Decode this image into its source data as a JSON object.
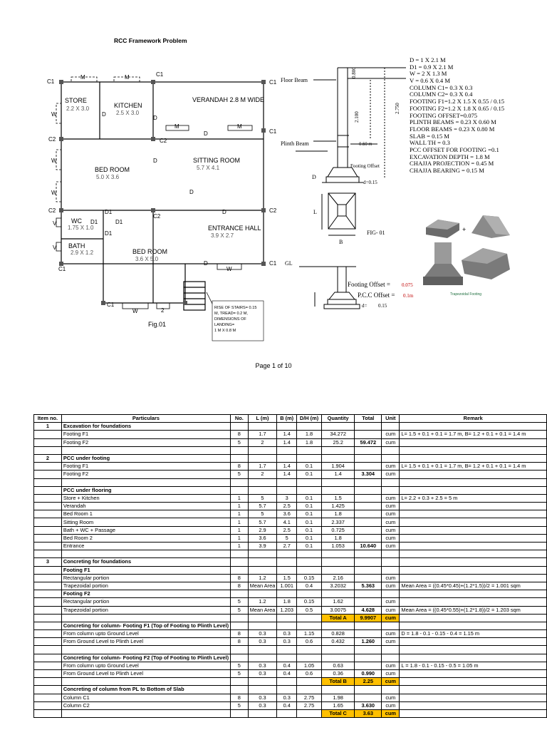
{
  "title": "RCC Framework Problem",
  "page_label": "Page 1 of 10",
  "plan": {
    "labels": {
      "c1": "C1",
      "c2": "C2",
      "m": "M",
      "w": "W",
      "d": "D",
      "d1": "D1",
      "v": "V",
      "two": "2",
      "store": "STORE",
      "store_dim": "2.2 X 3.0",
      "kitchen": "KITCHEN",
      "kitchen_dim": "2.5 X 3.0",
      "verandah": "VERANDAH 2.8 M WIDE",
      "sitting": "SITTING ROOM",
      "sitting_dim": "5.7 X 4.1",
      "bed1": "BED ROOM",
      "bed1_dim": "5.0 X 3.6",
      "wc": "WC",
      "wc_dim": "1.75 X 1.0",
      "bath": "BATH",
      "bath_dim": "2.9 X 1.2",
      "bed2": "BED ROOM",
      "bed2_dim": "3.6 X 5.0",
      "entrance": "ENTRANCE HALL",
      "entrance_dim": "3.9 X 2.7",
      "fig": "Fig.01"
    },
    "stairs_note": [
      "RISE OF STAIRS= 0.15",
      "M, TREAD= 0.2 M,",
      "DIMENSIONS OF",
      "LANDING=",
      "1 M X 0.8 M"
    ]
  },
  "section": {
    "floor_beam": "Floor Beam",
    "plinth_beam": "Plinth Beam",
    "dim_080": "0.800",
    "dim_2100": "2.100",
    "dim_2750": "2.750",
    "dim_060": "0.60 m",
    "footing_offset": "Footing Offset",
    "d_label": "D",
    "d_small": "d=0.15",
    "l_label": "L",
    "b_label": "B",
    "fig01": "FIG- 01",
    "gl": "GL",
    "footing_offset2": "Footing Offset =",
    "footing_offset2_val": "0.075",
    "pcc_offset": "P.C.C Offset =",
    "pcc_offset_val": "0.1m",
    "d2": "d=",
    "d2_val": "0.15",
    "trap_label": "Trapezoidal Footing"
  },
  "specs": [
    "D = 1 X 2.1 M",
    "D1 = 0.9 X 2.1 M",
    "W = 2 X 1.3 M",
    "V = 0.6 X 0.4 M",
    "COLUMN C1= 0.3 X 0.3",
    "COLUMN C2= 0.3 X 0.4",
    "FOOTING F1=1.2 X 1.5 X 0.55 / 0.15",
    "FOOTING F2=1.2 X 1.8 X 0.65 / 0.15",
    "FOOTING OFFSET=0.075",
    "PLINTH BEAMS = 0.23 X 0.60 M",
    "FLOOR BEAMS = 0.23 X 0.80 M",
    "SLAB = 0.15 M",
    "WALL TH = 0.3",
    "PCC OFFSET FOR FOOTING =0.1",
    "EXCAVATION DEPTH = 1.8 M",
    "CHAJJA PROJECTION = 0.45 M",
    "CHAJJA BEARING = 0.15 M"
  ],
  "table": {
    "headers": [
      "Item no.",
      "Particulars",
      "No.",
      "L (m)",
      "B (m)",
      "D/H (m)",
      "Quantity",
      "Total",
      "Unit",
      "Remark"
    ],
    "rows": [
      [
        "1",
        "Excavation for foundations",
        "",
        "",
        "",
        "",
        "",
        "",
        "",
        ""
      ],
      [
        "",
        "Footing F1",
        "8",
        "1.7",
        "1.4",
        "1.8",
        "34.272",
        "",
        "cum",
        "L= 1.5 + 0.1 + 0.1 = 1.7 m, B= 1.2 + 0.1 + 0.1 = 1.4 m"
      ],
      [
        "",
        "Footing F2",
        "5",
        "2",
        "1.4",
        "1.8",
        "25.2",
        "59.472",
        "cum",
        ""
      ],
      [
        "",
        "",
        "",
        "",
        "",
        "",
        "",
        "",
        "",
        ""
      ],
      [
        "2",
        "PCC under footing",
        "",
        "",
        "",
        "",
        "",
        "",
        "",
        ""
      ],
      [
        "",
        "Footing F1",
        "8",
        "1.7",
        "1.4",
        "0.1",
        "1.904",
        "",
        "cum",
        "L= 1.5 + 0.1 + 0.1 = 1.7 m, B= 1.2 + 0.1 + 0.1 = 1.4 m"
      ],
      [
        "",
        "Footing F2",
        "5",
        "2",
        "1.4",
        "0.1",
        "1.4",
        "3.304",
        "cum",
        ""
      ],
      [
        "",
        "",
        "",
        "",
        "",
        "",
        "",
        "",
        "",
        ""
      ],
      [
        "",
        "PCC under flooring",
        "",
        "",
        "",
        "",
        "",
        "",
        "",
        ""
      ],
      [
        "",
        "Store + Kitchen",
        "1",
        "5",
        "3",
        "0.1",
        "1.5",
        "",
        "cum",
        "L= 2.2 + 0.3 + 2.5 = 5 m"
      ],
      [
        "",
        "Verandah",
        "1",
        "5.7",
        "2.5",
        "0.1",
        "1.425",
        "",
        "cum",
        ""
      ],
      [
        "",
        "Bed Room 1",
        "1",
        "5",
        "3.6",
        "0.1",
        "1.8",
        "",
        "cum",
        ""
      ],
      [
        "",
        "Sitting Room",
        "1",
        "5.7",
        "4.1",
        "0.1",
        "2.337",
        "",
        "cum",
        ""
      ],
      [
        "",
        "Bath + WC + Passage",
        "1",
        "2.9",
        "2.5",
        "0.1",
        "0.725",
        "",
        "cum",
        ""
      ],
      [
        "",
        "Bed Room 2",
        "1",
        "3.6",
        "5",
        "0.1",
        "1.8",
        "",
        "cum",
        ""
      ],
      [
        "",
        "Entrance",
        "1",
        "3.9",
        "2.7",
        "0.1",
        "1.053",
        "10.640",
        "cum",
        ""
      ],
      [
        "",
        "",
        "",
        "",
        "",
        "",
        "",
        "",
        "",
        ""
      ],
      [
        "3",
        "Concreting for foundations",
        "",
        "",
        "",
        "",
        "",
        "",
        "",
        ""
      ],
      [
        "",
        "Footing F1",
        "",
        "",
        "",
        "",
        "",
        "",
        "",
        ""
      ],
      [
        "",
        "Rectangular portion",
        "8",
        "1.2",
        "1.5",
        "0.15",
        "2.16",
        "",
        "cum",
        ""
      ],
      [
        "",
        "Trapezoidal portion",
        "8",
        "Mean Area",
        "1.001",
        "0.4",
        "3.2032",
        "5.363",
        "cum",
        "Mean Area = ((0.45*0.45)+(1.2*1.5))/2 = 1.001 sqm"
      ],
      [
        "",
        "Footing F2",
        "",
        "",
        "",
        "",
        "",
        "",
        "",
        ""
      ],
      [
        "",
        "Rectangular portion",
        "5",
        "1.2",
        "1.8",
        "0.15",
        "1.62",
        "",
        "cum",
        ""
      ],
      [
        "",
        "Trapezoidal portion",
        "5",
        "Mean Area",
        "1.203",
        "0.5",
        "3.0075",
        "4.628",
        "cum",
        "Mean Area = ((0.45*0.55)+(1.2*1.8))/2 = 1.203 sqm"
      ],
      [
        "",
        "",
        "",
        "",
        "",
        "",
        "Total A",
        "9.9907",
        "cum",
        ""
      ],
      [
        "",
        "Concreting for column- Footing F1 (Top of Footing to Plinth Level)",
        "",
        "",
        "",
        "",
        "",
        "",
        "",
        ""
      ],
      [
        "",
        "From column upto Ground Level",
        "8",
        "0.3",
        "0.3",
        "1.15",
        "0.828",
        "",
        "cum",
        "D = 1.8 - 0.1 - 0.15 - 0.4 = 1.15 m"
      ],
      [
        "",
        "From Ground Level to Plinth Level",
        "8",
        "0.3",
        "0.3",
        "0.6",
        "0.432",
        "1.260",
        "cum",
        ""
      ],
      [
        "",
        "",
        "",
        "",
        "",
        "",
        "",
        "",
        "",
        ""
      ],
      [
        "",
        "Concreting for column- Footing F2 (Top of Footing to Plinth Level)",
        "",
        "",
        "",
        "",
        "",
        "",
        "",
        ""
      ],
      [
        "",
        "From column upto Ground Level",
        "5",
        "0.3",
        "0.4",
        "1.05",
        "0.63",
        "",
        "cum",
        "L = 1.8 - 0.1 - 0.15 - 0.5 = 1.05 m"
      ],
      [
        "",
        "From Ground Level to Plinth Level",
        "5",
        "0.3",
        "0.4",
        "0.6",
        "0.36",
        "0.990",
        "cum",
        ""
      ],
      [
        "",
        "",
        "",
        "",
        "",
        "",
        "Total B",
        "2.25",
        "cum",
        ""
      ],
      [
        "",
        "Concreting of column from PL to Bottom of Slab",
        "",
        "",
        "",
        "",
        "",
        "",
        "",
        ""
      ],
      [
        "",
        "Column C1",
        "8",
        "0.3",
        "0.3",
        "2.75",
        "1.98",
        "",
        "cum",
        ""
      ],
      [
        "",
        "Column C2",
        "5",
        "0.3",
        "0.4",
        "2.75",
        "1.65",
        "3.630",
        "cum",
        ""
      ],
      [
        "",
        "",
        "",
        "",
        "",
        "",
        "Total C",
        "3.63",
        "cum",
        ""
      ]
    ]
  }
}
